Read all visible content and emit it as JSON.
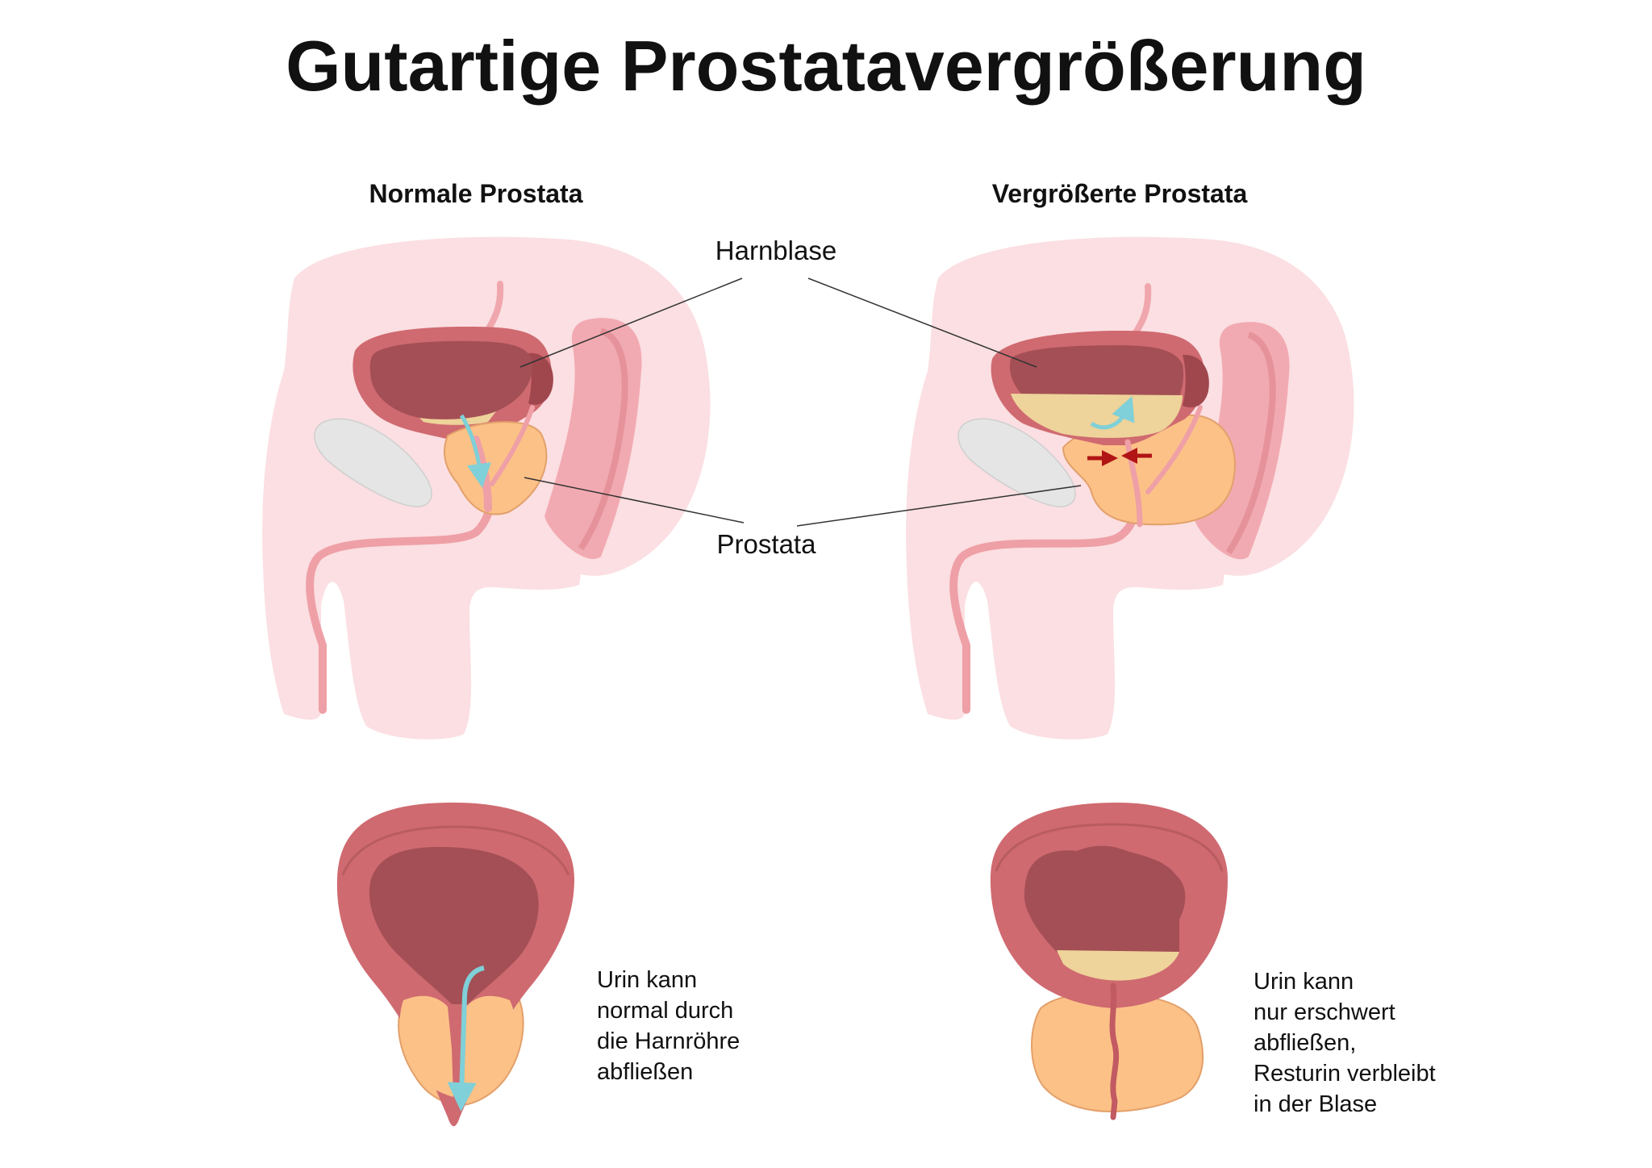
{
  "title": "Gutartige Prostatavergrößerung",
  "panels": {
    "normal": {
      "heading": "Normale Prostata",
      "description": [
        "Urin kann",
        "normal durch",
        "die Harnröhre",
        "abfließen"
      ]
    },
    "enlarged": {
      "heading": "Vergrößerte Prostata",
      "description": [
        "Urin kann",
        "nur erschwert",
        "abfließen,",
        "Resturin verbleibt",
        "in der Blase"
      ]
    }
  },
  "labels": {
    "bladder": "Harnblase",
    "prostate": "Prostata"
  },
  "colors": {
    "body": "#fbdfe2",
    "body_edge": "#f3c4ca",
    "bladder_wall": "#cf6a70",
    "bladder_inner": "#a34f55",
    "urine": "#eed39a",
    "prostate": "#fcc187",
    "prostate_edge": "#e3a06b",
    "urethra": "#eea0a6",
    "bone": "#e5e5e5",
    "flow_arrow": "#7fd0d8",
    "pressure_arrow": "#b01414"
  }
}
